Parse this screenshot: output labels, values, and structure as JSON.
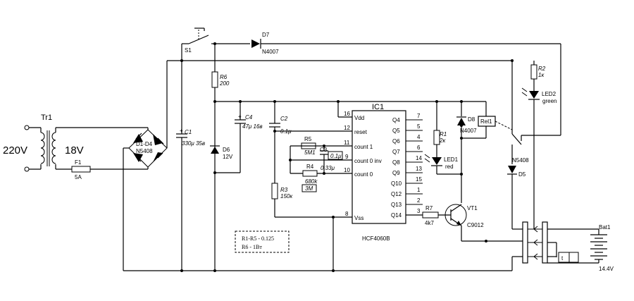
{
  "labels": {
    "tr1": "Tr1",
    "v220": "220V",
    "v18": "18V",
    "f1": "F1",
    "f1v": "5A",
    "bridge": "D1-D4",
    "bridge_type": "N5408",
    "s1": "S1",
    "d7": "D7",
    "d7_type": "N4007",
    "c1": "C1",
    "c1v": "330μ 35в",
    "r6": "R6",
    "r6v": "200",
    "c4": "C4",
    "c4v": "47μ 16в",
    "d6": "D6",
    "d6v": "12V",
    "c2": "C2",
    "c2v": "0.1μ",
    "ic1": "IC1",
    "ic_name": "HCF4060B",
    "r5": "R5",
    "r5v": "5M1",
    "c3": "C3",
    "c3v": "0.33μ",
    "c3_box": "0.1μ",
    "r4": "R4",
    "r4v": "680k",
    "r4_box": "3M",
    "r3": "R3",
    "r3v": "150к",
    "r1": "R1",
    "r1v": "2к",
    "d8": "D8",
    "d8_type": "N4007",
    "led1": "LED1",
    "led1c": "red",
    "rel1": "Rel1",
    "r2": "R2",
    "r2v": "1к",
    "led2": "LED2",
    "led2c": "green",
    "d5_type": "N5408",
    "d5": "D5",
    "r7": "R7",
    "r7v": "4k7",
    "vt1": "VT1",
    "vt1_type": "C9012",
    "bat1": "Bat1",
    "bat1v": "14.4V",
    "therm": "t",
    "note1": "R1-R5  - 0.125",
    "note2": "R6       - 1Вт"
  },
  "ic_left_pins": [
    {
      "num": "16",
      "name": "Vdd"
    },
    {
      "num": "12",
      "name": "reset"
    },
    {
      "num": "11",
      "name": "count 1"
    },
    {
      "num": "9",
      "name": "count 0  inv"
    },
    {
      "num": "10",
      "name": "count 0"
    },
    {
      "num": "8",
      "name": "Vss"
    }
  ],
  "ic_right_pins": [
    {
      "num": "7",
      "name": "Q4"
    },
    {
      "num": "5",
      "name": "Q5"
    },
    {
      "num": "4",
      "name": "Q6"
    },
    {
      "num": "6",
      "name": "Q7"
    },
    {
      "num": "14",
      "name": "Q8"
    },
    {
      "num": "13",
      "name": "Q9"
    },
    {
      "num": "15",
      "name": "Q10"
    },
    {
      "num": "1",
      "name": "Q12"
    },
    {
      "num": "2",
      "name": "Q13"
    },
    {
      "num": "3",
      "name": "Q14"
    }
  ]
}
